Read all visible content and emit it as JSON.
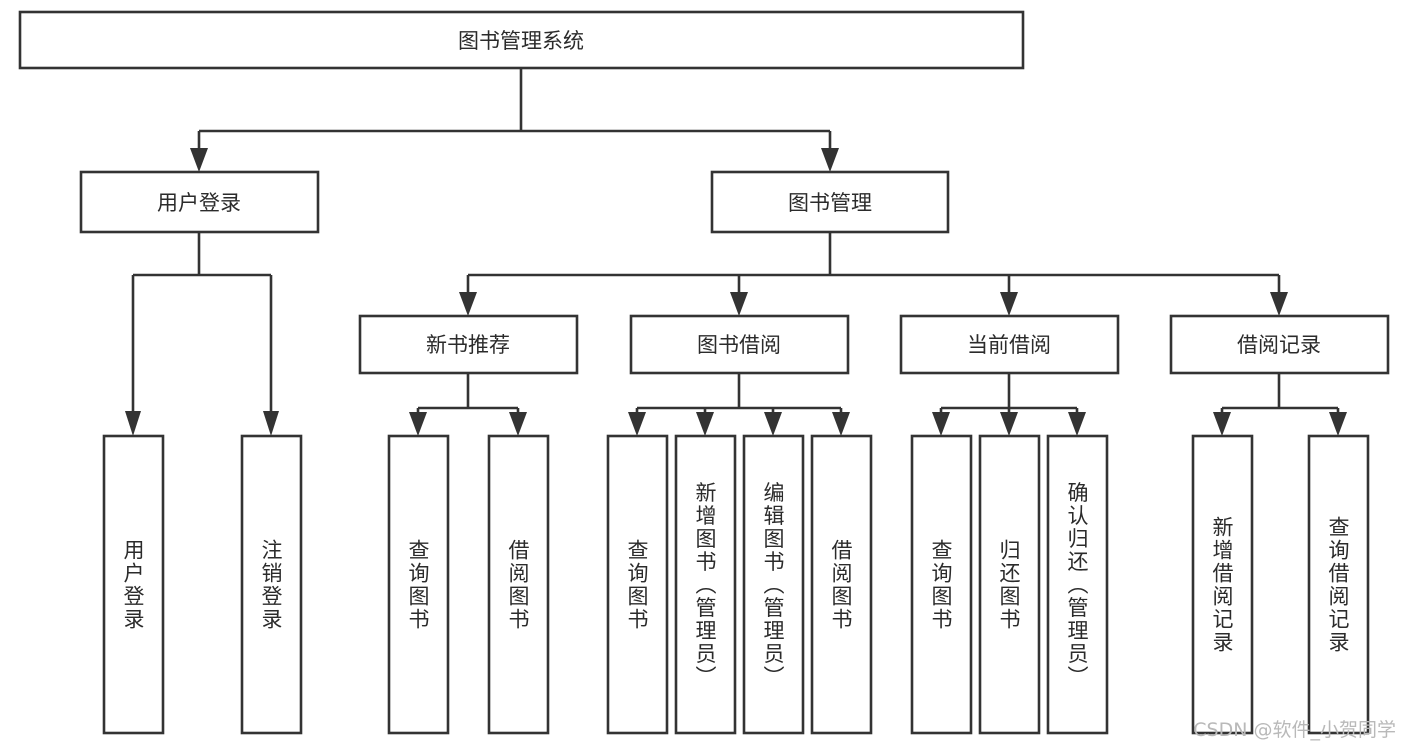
{
  "diagram": {
    "type": "tree-hierarchy-chart",
    "title": "图书管理系统",
    "orientation": "top-down",
    "root": {
      "id": "root",
      "label": "图书管理系统",
      "text_direction": "horizontal"
    },
    "level2": [
      {
        "id": "user-login",
        "label": "用户登录",
        "text_direction": "horizontal"
      },
      {
        "id": "book-management",
        "label": "图书管理",
        "text_direction": "horizontal"
      }
    ],
    "level3": [
      {
        "id": "new-book-recommend",
        "label": "新书推荐",
        "text_direction": "horizontal",
        "parent": "book-management"
      },
      {
        "id": "book-borrow",
        "label": "图书借阅",
        "text_direction": "horizontal",
        "parent": "book-management"
      },
      {
        "id": "current-borrow",
        "label": "当前借阅",
        "text_direction": "horizontal",
        "parent": "book-management"
      },
      {
        "id": "borrow-record",
        "label": "借阅记录",
        "text_direction": "horizontal",
        "parent": "book-management"
      }
    ],
    "leaves": [
      {
        "id": "leaf-user-login",
        "label": "用户登录",
        "parent": "user-login",
        "text_direction": "vertical"
      },
      {
        "id": "leaf-logout-login",
        "label": "注销登录",
        "parent": "user-login",
        "text_direction": "vertical"
      },
      {
        "id": "leaf-query-book-1",
        "label": "查询图书",
        "parent": "new-book-recommend",
        "text_direction": "vertical"
      },
      {
        "id": "leaf-borrow-book-1",
        "label": "借阅图书",
        "parent": "new-book-recommend",
        "text_direction": "vertical"
      },
      {
        "id": "leaf-query-book-2",
        "label": "查询图书",
        "parent": "book-borrow",
        "text_direction": "vertical"
      },
      {
        "id": "leaf-add-book-admin",
        "label": "新增图书（管理员）",
        "parent": "book-borrow",
        "text_direction": "vertical"
      },
      {
        "id": "leaf-edit-book-admin",
        "label": "编辑图书（管理员）",
        "parent": "book-borrow",
        "text_direction": "vertical"
      },
      {
        "id": "leaf-borrow-book-2",
        "label": "借阅图书",
        "parent": "book-borrow",
        "text_direction": "vertical"
      },
      {
        "id": "leaf-query-book-3",
        "label": "查询图书",
        "parent": "current-borrow",
        "text_direction": "vertical"
      },
      {
        "id": "leaf-return-book",
        "label": "归还图书",
        "parent": "current-borrow",
        "text_direction": "vertical"
      },
      {
        "id": "leaf-confirm-return-admin",
        "label": "确认归还（管理员）",
        "parent": "current-borrow",
        "text_direction": "vertical"
      },
      {
        "id": "leaf-add-borrow-record",
        "label": "新增借阅记录",
        "parent": "borrow-record",
        "text_direction": "vertical"
      },
      {
        "id": "leaf-query-borrow-record",
        "label": "查询借阅记录",
        "parent": "borrow-record",
        "text_direction": "vertical"
      }
    ],
    "colors": {
      "box_stroke": "#333333",
      "box_fill": "#ffffff",
      "text": "#2b2b2b",
      "connector": "#333333",
      "watermark": "#b9b9b9",
      "background": "#ffffff"
    }
  },
  "watermark": {
    "label": "CSDN @软件_小贺同学"
  }
}
